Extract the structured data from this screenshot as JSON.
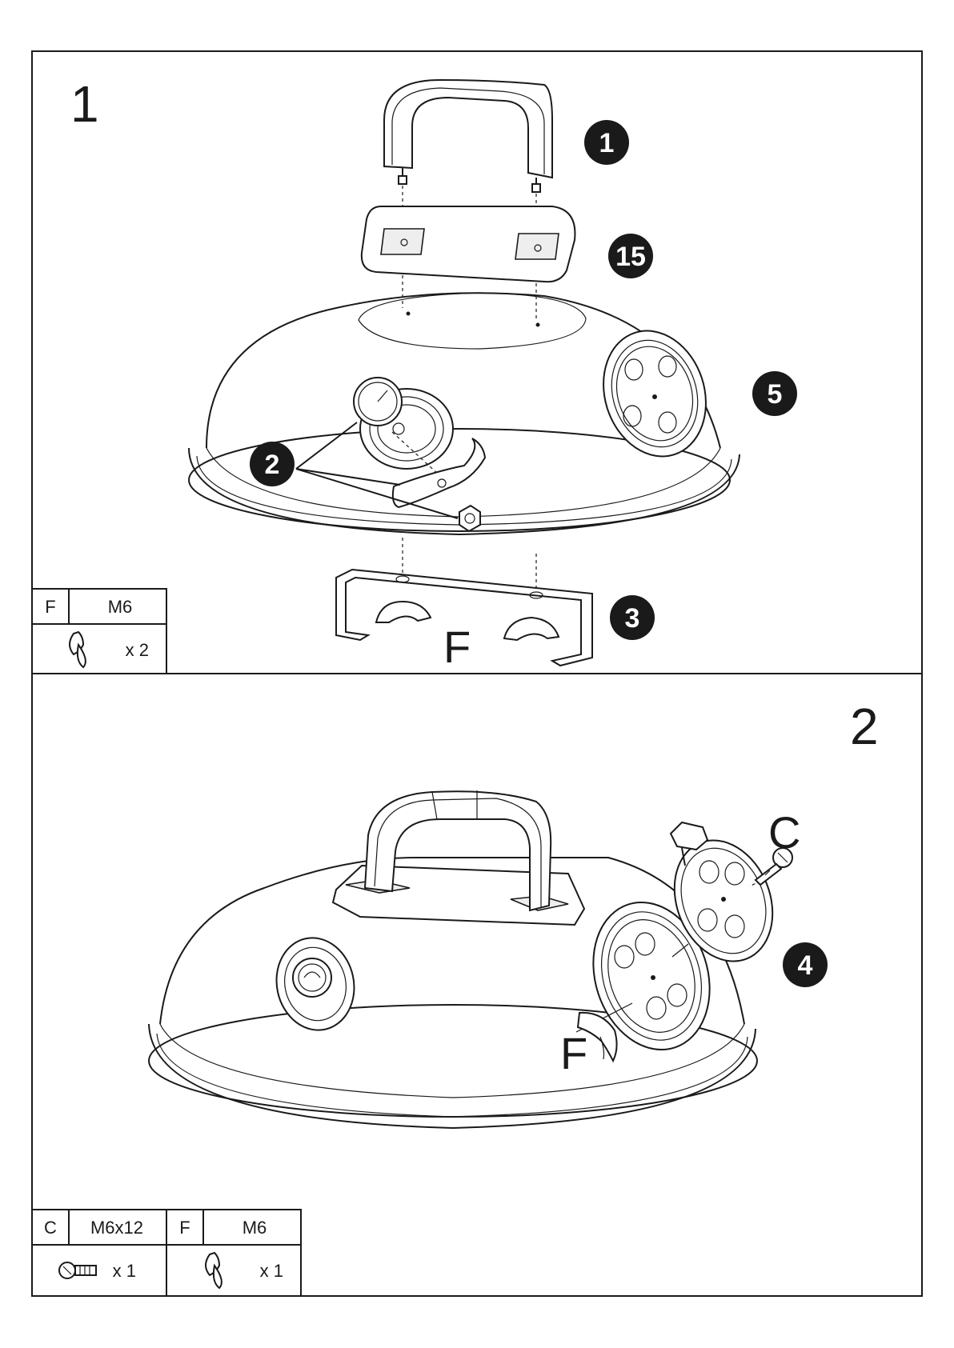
{
  "step1": {
    "number": "1",
    "callouts": [
      "1",
      "15",
      "5",
      "2",
      "3"
    ],
    "letter_f": "F",
    "parts_table": {
      "code": "F",
      "size": "M6",
      "qty": "x 2",
      "icon": "wing-nut-icon"
    }
  },
  "step2": {
    "number": "2",
    "callouts": [
      "4"
    ],
    "letter_c": "C",
    "letter_f": "F",
    "parts_table_c": {
      "code": "C",
      "size": "M6x12",
      "qty": "x 1",
      "icon": "screw-icon"
    },
    "parts_table_f": {
      "code": "F",
      "size": "M6",
      "qty": "x 1",
      "icon": "wing-nut-icon"
    }
  }
}
